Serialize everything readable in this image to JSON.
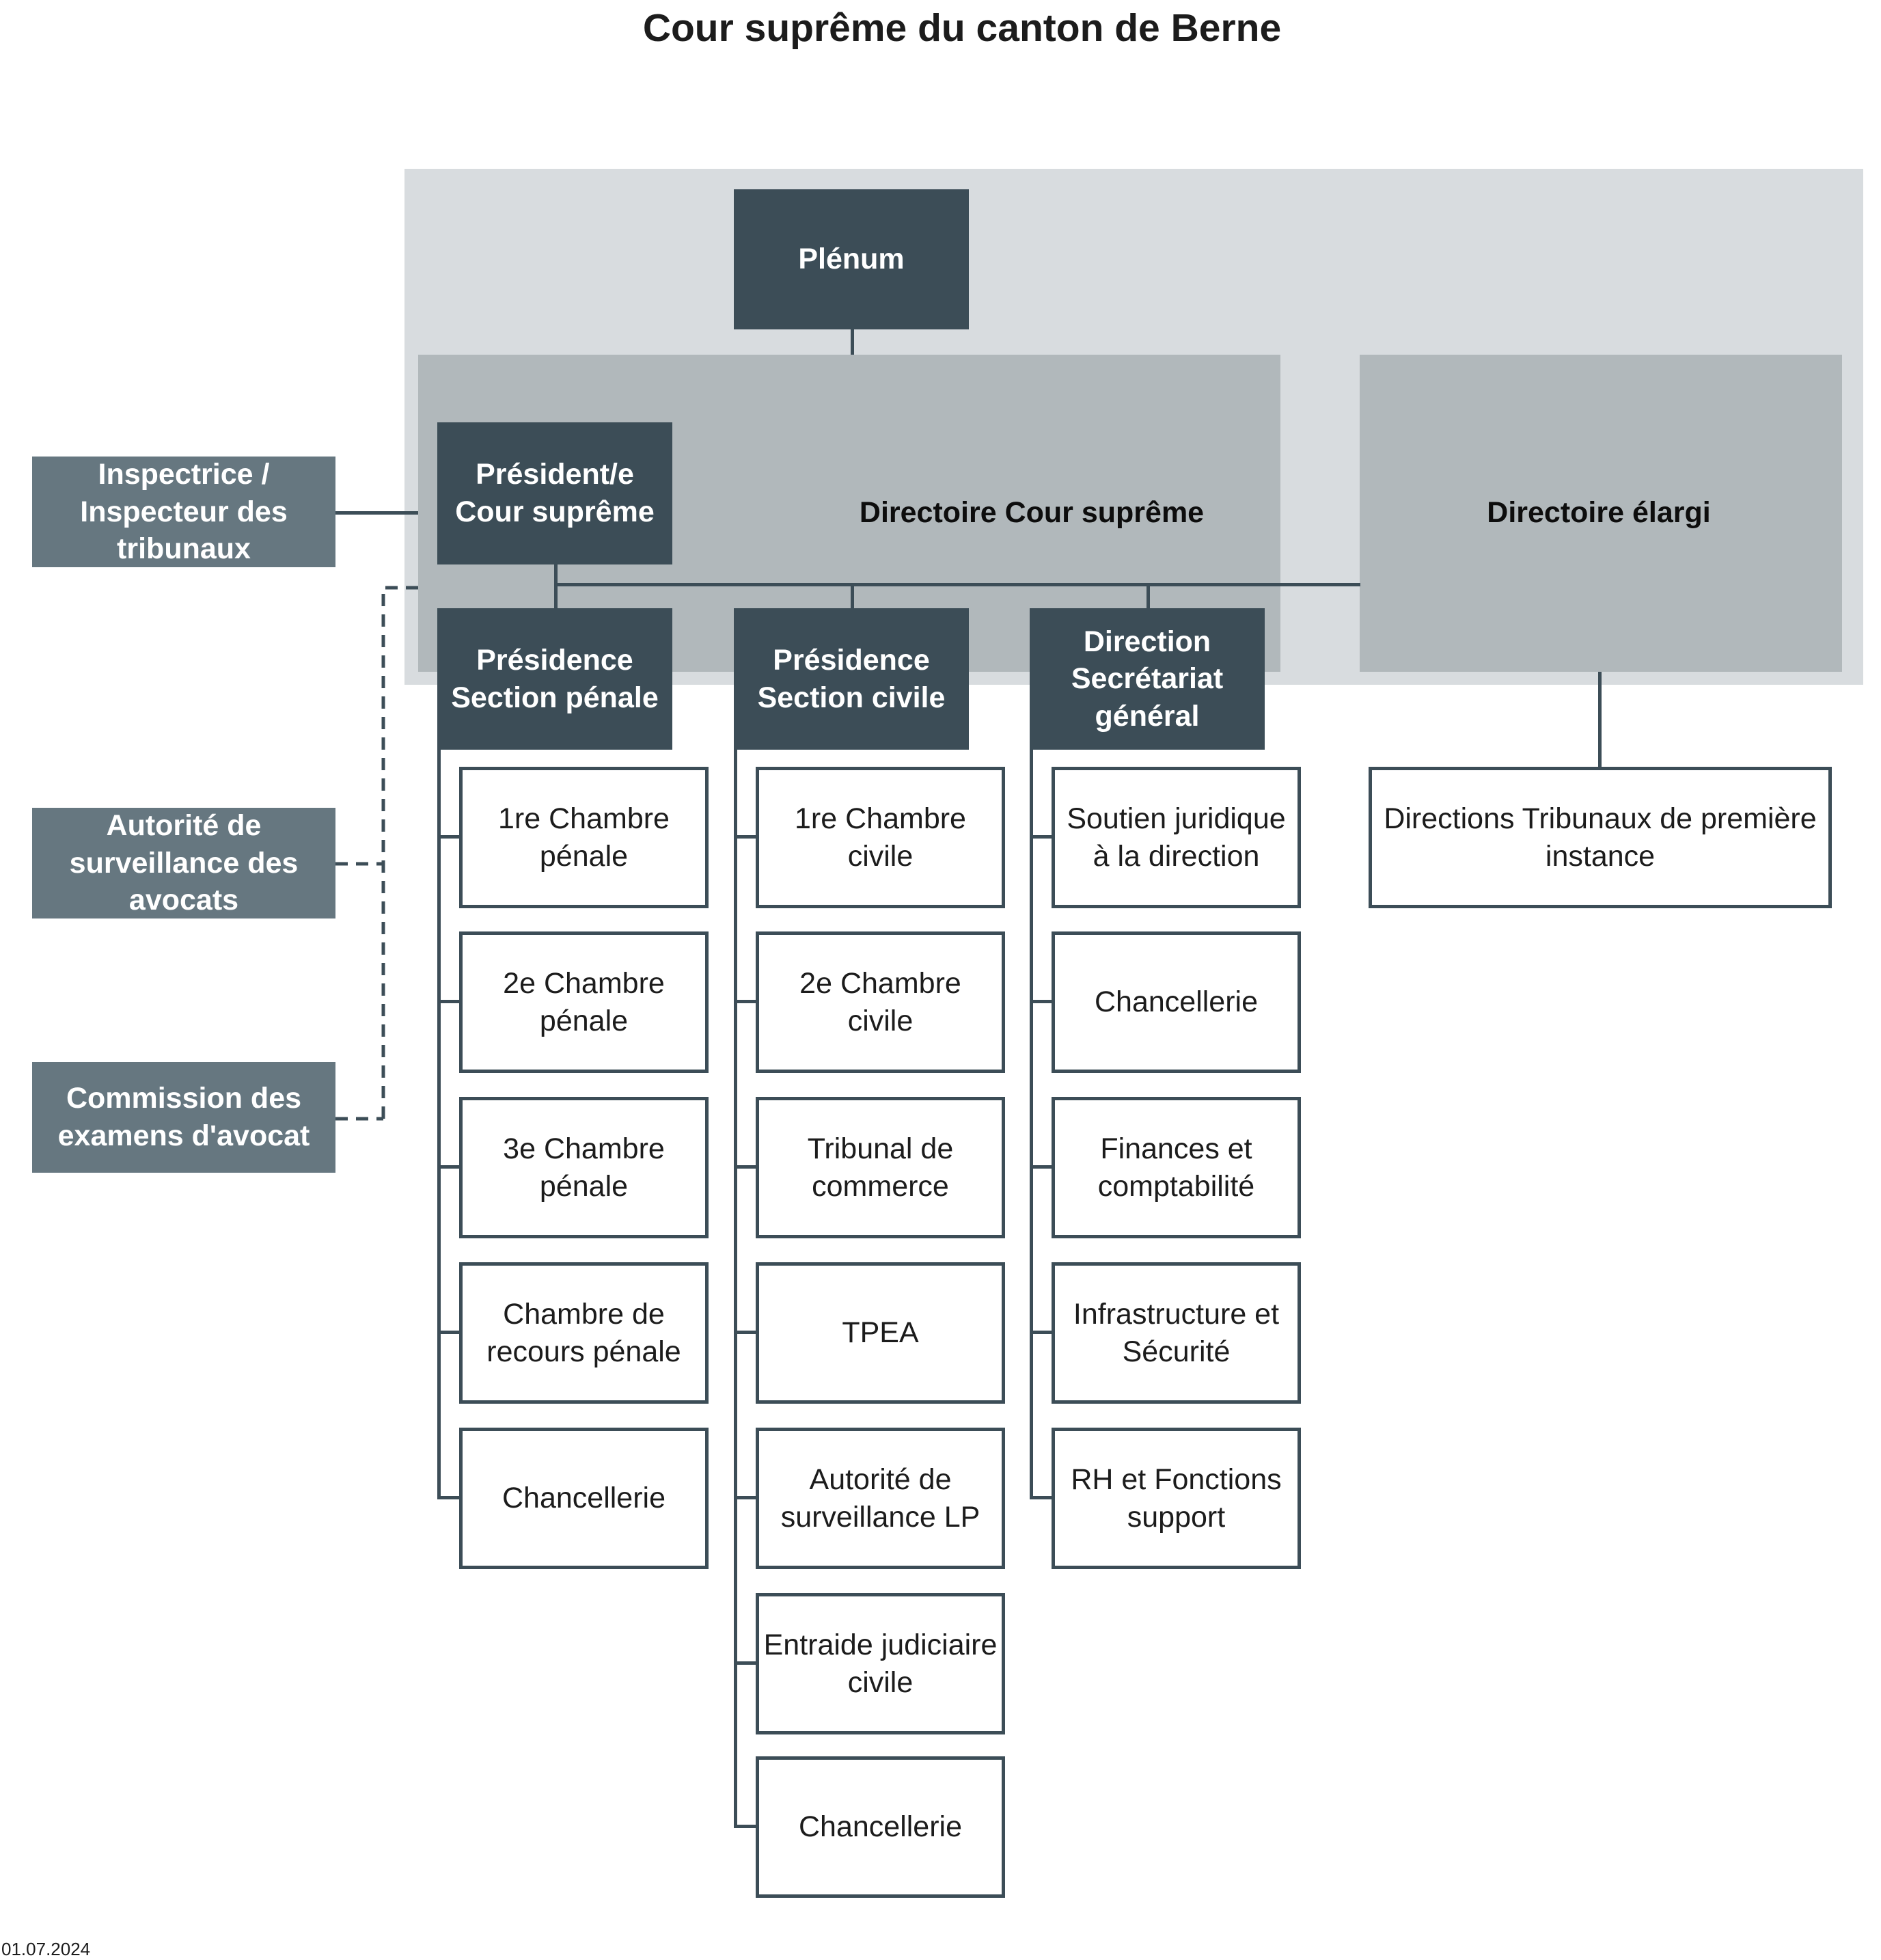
{
  "title": "Cour suprême du canton de Berne",
  "date": "01.07.2024",
  "colors": {
    "outer_region": "#d8dcdf",
    "inner_region": "#b1b8bb",
    "dark_box": "#3c4d57",
    "side_box": "#667780",
    "line": "#3c4d57"
  },
  "nodes": {
    "plenum": "Plénum",
    "president": "Président/e\nCour suprême",
    "directoire": "Directoire Cour suprême",
    "directoire_elargi": "Directoire élargi",
    "inspecteur": "Inspectrice /\nInspecteur des\ntribunaux",
    "surveillance_avocats": "Autorité de\nsurveillance des\navocats",
    "commission": "Commission des\nexamens d'avocat",
    "directions_tribunaux": "Directions Tribunaux de première\ninstance"
  },
  "columns": {
    "penale": {
      "head": "Présidence\nSection pénale",
      "items": [
        "1re Chambre\npénale",
        "2e Chambre\npénale",
        "3e Chambre\npénale",
        "Chambre de\nrecours pénale",
        "Chancellerie"
      ]
    },
    "civile": {
      "head": "Présidence\nSection civile",
      "items": [
        "1re Chambre\ncivile",
        "2e Chambre\ncivile",
        "Tribunal de\ncommerce",
        "TPEA",
        "Autorité de\nsurveillance LP",
        "Entraide judiciaire\ncivile",
        "Chancellerie"
      ]
    },
    "secretariat": {
      "head": "Direction\nSecrétariat\ngénéral",
      "items": [
        "Soutien juridique\nà la direction",
        "Chancellerie",
        "Finances et\ncomptabilité",
        "Infrastructure et\nSécurité",
        "RH et Fonctions\nsupport"
      ]
    }
  }
}
